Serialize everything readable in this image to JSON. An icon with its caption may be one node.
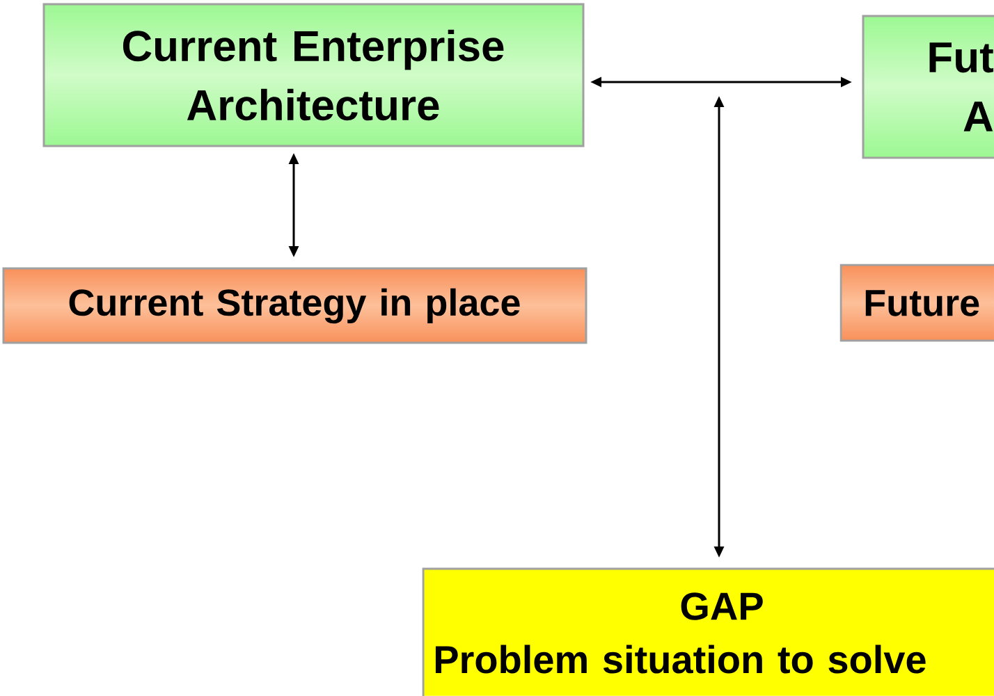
{
  "diagram": {
    "nodes": [
      {
        "text": [
          "Current Enterprise Architecture"
        ]
      },
      {
        "text": [
          "Fut A"
        ]
      },
      {
        "text": [
          "Current Strategy in place"
        ]
      },
      {
        "text": [
          "Future"
        ]
      },
      {
        "text": [
          "GAP",
          "Problem situation to solve"
        ]
      }
    ],
    "edges": [
      {
        "from": 0,
        "to": 1,
        "arrow": "both"
      },
      {
        "from": 0,
        "to": 2,
        "arrow": "both"
      },
      {
        "from": null,
        "to": 4,
        "arrow": "both"
      }
    ]
  }
}
